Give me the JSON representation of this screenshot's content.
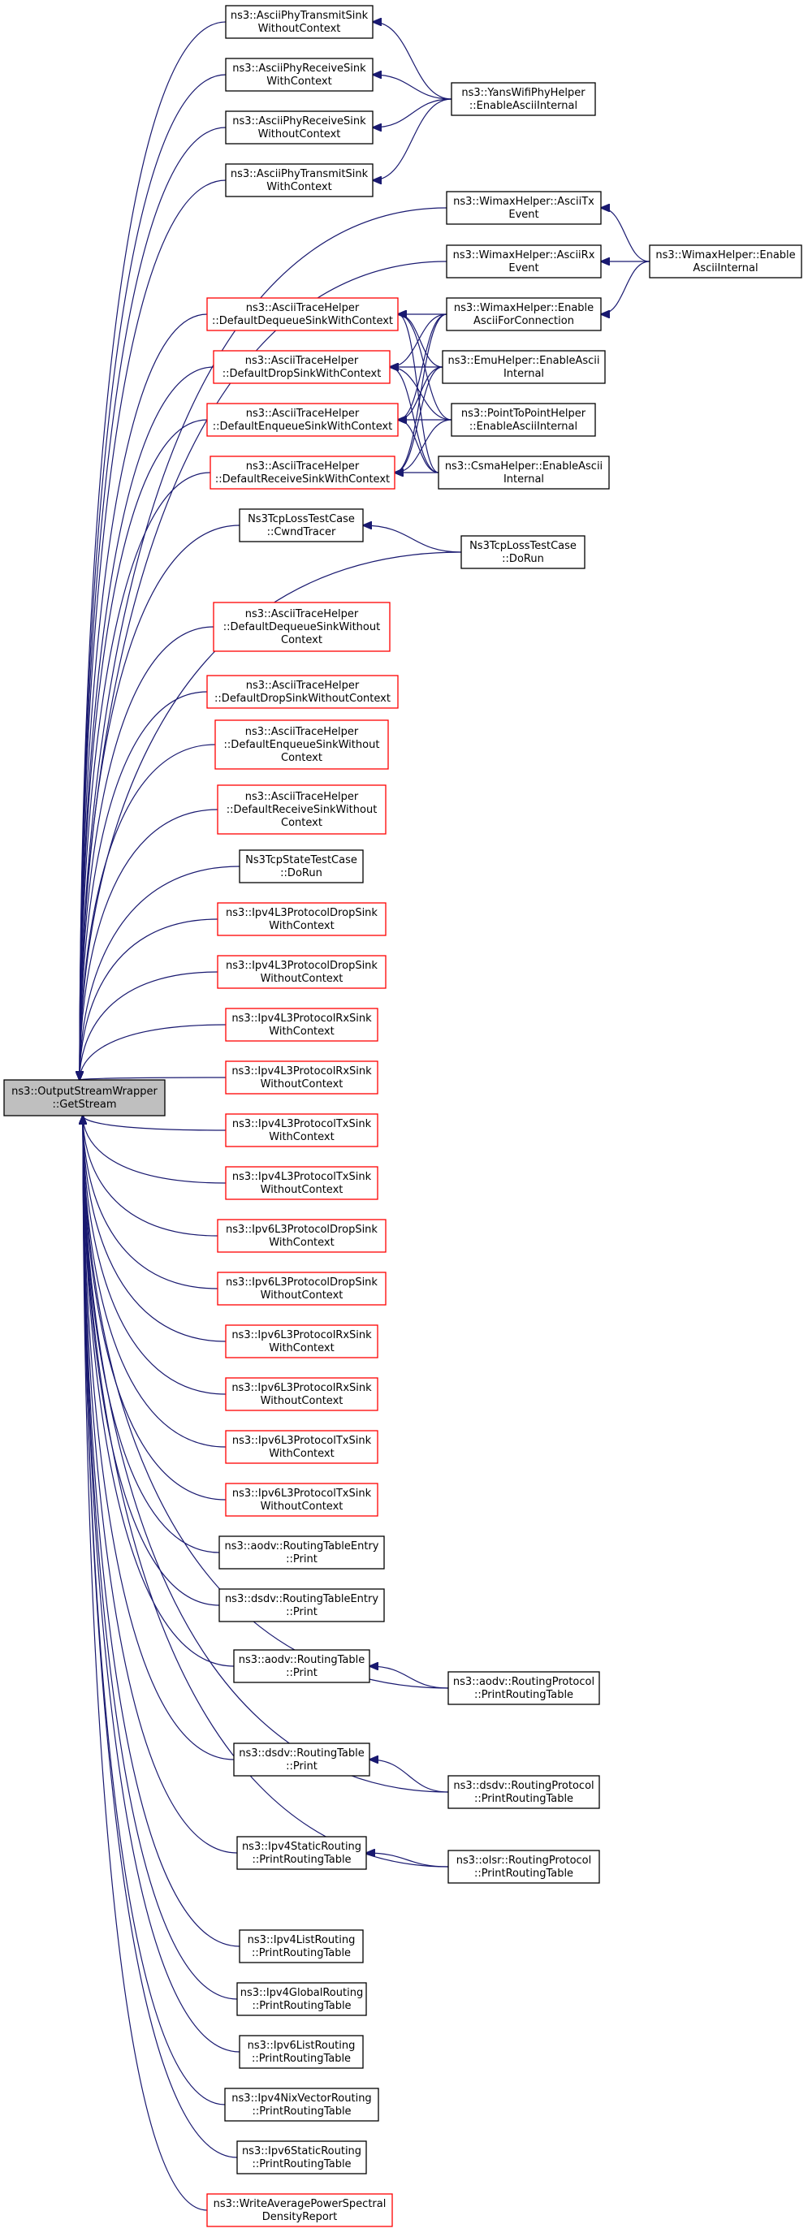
{
  "graph": {
    "edge_color": "#191970",
    "highlight_border": "#ff0000",
    "root_fill": "#bfbfbf",
    "nodes": [
      {
        "id": "root",
        "lines": [
          "ns3::OutputStreamWrapper",
          "::GetStream"
        ],
        "style": "root"
      },
      {
        "id": "n1",
        "lines": [
          "ns3::AsciiPhyTransmitSink",
          "WithoutContext"
        ],
        "style": "black"
      },
      {
        "id": "n2",
        "lines": [
          "ns3::AsciiPhyReceiveSink",
          "WithContext"
        ],
        "style": "black"
      },
      {
        "id": "n3",
        "lines": [
          "ns3::AsciiPhyReceiveSink",
          "WithoutContext"
        ],
        "style": "black"
      },
      {
        "id": "n4",
        "lines": [
          "ns3::AsciiPhyTransmitSink",
          "WithContext"
        ],
        "style": "black"
      },
      {
        "id": "n5",
        "lines": [
          "ns3::AsciiTraceHelper",
          "::DefaultDequeueSinkWithContext"
        ],
        "style": "red"
      },
      {
        "id": "n6",
        "lines": [
          "ns3::AsciiTraceHelper",
          "::DefaultDropSinkWithContext"
        ],
        "style": "red"
      },
      {
        "id": "n7",
        "lines": [
          "ns3::AsciiTraceHelper",
          "::DefaultEnqueueSinkWithContext"
        ],
        "style": "red"
      },
      {
        "id": "n8",
        "lines": [
          "ns3::AsciiTraceHelper",
          "::DefaultReceiveSinkWithContext"
        ],
        "style": "red"
      },
      {
        "id": "n9",
        "lines": [
          "Ns3TcpLossTestCase",
          "::CwndTracer"
        ],
        "style": "black"
      },
      {
        "id": "n10",
        "lines": [
          "ns3::AsciiTraceHelper",
          "::DefaultDequeueSinkWithout",
          "Context"
        ],
        "style": "red"
      },
      {
        "id": "n11",
        "lines": [
          "ns3::AsciiTraceHelper",
          "::DefaultDropSinkWithoutContext"
        ],
        "style": "red"
      },
      {
        "id": "n12",
        "lines": [
          "ns3::AsciiTraceHelper",
          "::DefaultEnqueueSinkWithout",
          "Context"
        ],
        "style": "red"
      },
      {
        "id": "n13",
        "lines": [
          "ns3::AsciiTraceHelper",
          "::DefaultReceiveSinkWithout",
          "Context"
        ],
        "style": "red"
      },
      {
        "id": "n14",
        "lines": [
          "Ns3TcpStateTestCase",
          "::DoRun"
        ],
        "style": "black"
      },
      {
        "id": "n15",
        "lines": [
          "ns3::Ipv4L3ProtocolDropSink",
          "WithContext"
        ],
        "style": "red"
      },
      {
        "id": "n16",
        "lines": [
          "ns3::Ipv4L3ProtocolDropSink",
          "WithoutContext"
        ],
        "style": "red"
      },
      {
        "id": "n17",
        "lines": [
          "ns3::Ipv4L3ProtocolRxSink",
          "WithContext"
        ],
        "style": "red"
      },
      {
        "id": "n18",
        "lines": [
          "ns3::Ipv4L3ProtocolRxSink",
          "WithoutContext"
        ],
        "style": "red"
      },
      {
        "id": "n19",
        "lines": [
          "ns3::Ipv4L3ProtocolTxSink",
          "WithContext"
        ],
        "style": "red"
      },
      {
        "id": "n20",
        "lines": [
          "ns3::Ipv4L3ProtocolTxSink",
          "WithoutContext"
        ],
        "style": "red"
      },
      {
        "id": "n21",
        "lines": [
          "ns3::Ipv6L3ProtocolDropSink",
          "WithContext"
        ],
        "style": "red"
      },
      {
        "id": "n22",
        "lines": [
          "ns3::Ipv6L3ProtocolDropSink",
          "WithoutContext"
        ],
        "style": "red"
      },
      {
        "id": "n23",
        "lines": [
          "ns3::Ipv6L3ProtocolRxSink",
          "WithContext"
        ],
        "style": "red"
      },
      {
        "id": "n24",
        "lines": [
          "ns3::Ipv6L3ProtocolRxSink",
          "WithoutContext"
        ],
        "style": "red"
      },
      {
        "id": "n25",
        "lines": [
          "ns3::Ipv6L3ProtocolTxSink",
          "WithContext"
        ],
        "style": "red"
      },
      {
        "id": "n26",
        "lines": [
          "ns3::Ipv6L3ProtocolTxSink",
          "WithoutContext"
        ],
        "style": "red"
      },
      {
        "id": "n27",
        "lines": [
          "ns3::aodv::RoutingTableEntry",
          "::Print"
        ],
        "style": "black"
      },
      {
        "id": "n28",
        "lines": [
          "ns3::dsdv::RoutingTableEntry",
          "::Print"
        ],
        "style": "black"
      },
      {
        "id": "n29",
        "lines": [
          "ns3::aodv::RoutingTable",
          "::Print"
        ],
        "style": "black"
      },
      {
        "id": "n30",
        "lines": [
          "ns3::dsdv::RoutingTable",
          "::Print"
        ],
        "style": "black"
      },
      {
        "id": "n31",
        "lines": [
          "ns3::Ipv4StaticRouting",
          "::PrintRoutingTable"
        ],
        "style": "black"
      },
      {
        "id": "n32",
        "lines": [
          "ns3::Ipv4ListRouting",
          "::PrintRoutingTable"
        ],
        "style": "black"
      },
      {
        "id": "n33",
        "lines": [
          "ns3::Ipv4GlobalRouting",
          "::PrintRoutingTable"
        ],
        "style": "black"
      },
      {
        "id": "n34",
        "lines": [
          "ns3::Ipv6ListRouting",
          "::PrintRoutingTable"
        ],
        "style": "black"
      },
      {
        "id": "n35",
        "lines": [
          "ns3::Ipv4NixVectorRouting",
          "::PrintRoutingTable"
        ],
        "style": "black"
      },
      {
        "id": "n36",
        "lines": [
          "ns3::Ipv6StaticRouting",
          "::PrintRoutingTable"
        ],
        "style": "black"
      },
      {
        "id": "n37",
        "lines": [
          "ns3::WriteAveragePowerSpectral",
          "DensityReport"
        ],
        "style": "red"
      },
      {
        "id": "r1",
        "lines": [
          "ns3::YansWifiPhyHelper",
          "::EnableAsciiInternal"
        ],
        "style": "black"
      },
      {
        "id": "r2",
        "lines": [
          "ns3::WimaxHelper::AsciiTx",
          "Event"
        ],
        "style": "black"
      },
      {
        "id": "r3",
        "lines": [
          "ns3::WimaxHelper::AsciiRx",
          "Event"
        ],
        "style": "black"
      },
      {
        "id": "r4",
        "lines": [
          "ns3::WimaxHelper::Enable",
          "AsciiForConnection"
        ],
        "style": "black"
      },
      {
        "id": "r5",
        "lines": [
          "ns3::EmuHelper::EnableAscii",
          "Internal"
        ],
        "style": "black"
      },
      {
        "id": "r6",
        "lines": [
          "ns3::PointToPointHelper",
          "::EnableAsciiInternal"
        ],
        "style": "black"
      },
      {
        "id": "r7",
        "lines": [
          "ns3::CsmaHelper::EnableAscii",
          "Internal"
        ],
        "style": "black"
      },
      {
        "id": "r8",
        "lines": [
          "Ns3TcpLossTestCase",
          "::DoRun"
        ],
        "style": "black"
      },
      {
        "id": "r9",
        "lines": [
          "ns3::WimaxHelper::Enable",
          "AsciiInternal"
        ],
        "style": "black"
      },
      {
        "id": "r10",
        "lines": [
          "ns3::aodv::RoutingProtocol",
          "::PrintRoutingTable"
        ],
        "style": "black"
      },
      {
        "id": "r11",
        "lines": [
          "ns3::dsdv::RoutingProtocol",
          "::PrintRoutingTable"
        ],
        "style": "black"
      },
      {
        "id": "r12",
        "lines": [
          "ns3::olsr::RoutingProtocol",
          "::PrintRoutingTable"
        ],
        "style": "black"
      }
    ],
    "edges": [
      [
        "n1",
        "root"
      ],
      [
        "n2",
        "root"
      ],
      [
        "n3",
        "root"
      ],
      [
        "n4",
        "root"
      ],
      [
        "n5",
        "root"
      ],
      [
        "n6",
        "root"
      ],
      [
        "n7",
        "root"
      ],
      [
        "n8",
        "root"
      ],
      [
        "n9",
        "root"
      ],
      [
        "n10",
        "root"
      ],
      [
        "n11",
        "root"
      ],
      [
        "n12",
        "root"
      ],
      [
        "n13",
        "root"
      ],
      [
        "n14",
        "root"
      ],
      [
        "n15",
        "root"
      ],
      [
        "n16",
        "root"
      ],
      [
        "n17",
        "root"
      ],
      [
        "n18",
        "root"
      ],
      [
        "n19",
        "root"
      ],
      [
        "n20",
        "root"
      ],
      [
        "n21",
        "root"
      ],
      [
        "n22",
        "root"
      ],
      [
        "n23",
        "root"
      ],
      [
        "n24",
        "root"
      ],
      [
        "n25",
        "root"
      ],
      [
        "n26",
        "root"
      ],
      [
        "n27",
        "root"
      ],
      [
        "n28",
        "root"
      ],
      [
        "n29",
        "root"
      ],
      [
        "n30",
        "root"
      ],
      [
        "n31",
        "root"
      ],
      [
        "n32",
        "root"
      ],
      [
        "n33",
        "root"
      ],
      [
        "n34",
        "root"
      ],
      [
        "n35",
        "root"
      ],
      [
        "n36",
        "root"
      ],
      [
        "n37",
        "root"
      ],
      [
        "r2",
        "root"
      ],
      [
        "r3",
        "root"
      ],
      [
        "r8",
        "root"
      ],
      [
        "r10",
        "root"
      ],
      [
        "r11",
        "root"
      ],
      [
        "r12",
        "root"
      ],
      [
        "r1",
        "n1"
      ],
      [
        "r1",
        "n2"
      ],
      [
        "r1",
        "n3"
      ],
      [
        "r1",
        "n4"
      ],
      [
        "r4",
        "n5"
      ],
      [
        "r5",
        "n5"
      ],
      [
        "r6",
        "n5"
      ],
      [
        "r7",
        "n5"
      ],
      [
        "r4",
        "n6"
      ],
      [
        "r5",
        "n6"
      ],
      [
        "r6",
        "n6"
      ],
      [
        "r7",
        "n6"
      ],
      [
        "r4",
        "n7"
      ],
      [
        "r5",
        "n7"
      ],
      [
        "r6",
        "n7"
      ],
      [
        "r7",
        "n7"
      ],
      [
        "r4",
        "n8"
      ],
      [
        "r5",
        "n8"
      ],
      [
        "r6",
        "n8"
      ],
      [
        "r7",
        "n8"
      ],
      [
        "r8",
        "n9"
      ],
      [
        "r9",
        "r2"
      ],
      [
        "r9",
        "r3"
      ],
      [
        "r9",
        "r4"
      ],
      [
        "r10",
        "n29"
      ],
      [
        "r11",
        "n30"
      ],
      [
        "r12",
        "n31"
      ]
    ]
  }
}
